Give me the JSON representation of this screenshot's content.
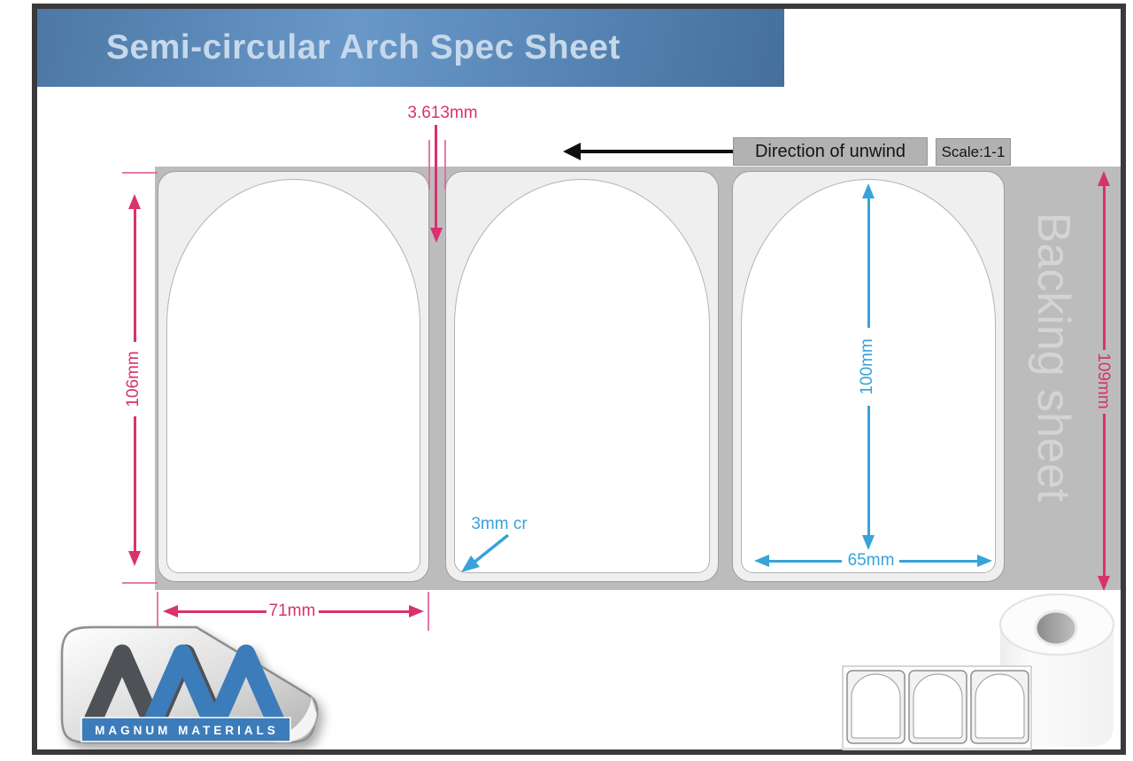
{
  "banner": {
    "title": "Semi-circular Arch Spec Sheet"
  },
  "annotations": {
    "gap": "3.613mm",
    "label_height": "106mm",
    "label_width": "71mm",
    "inner_height": "100mm",
    "inner_width": "65mm",
    "corner_radius": "3mm cr",
    "backing_height": "109mm",
    "backing_label": "Backing sheet",
    "direction": "Direction of unwind",
    "scale": "Scale:1-1"
  },
  "labels": {
    "count": 3,
    "shape": "semi-circular arch"
  },
  "logo": {
    "company": "MAGNUM MATERIALS"
  },
  "colors": {
    "dimension_pink": "#d8326f",
    "dimension_blue": "#38a3d8",
    "banner_blue": "#5d8cbc",
    "backing_gray": "#bcbcbc",
    "slot_gray": "#efefef",
    "frame_dark": "#3a3a3a"
  }
}
